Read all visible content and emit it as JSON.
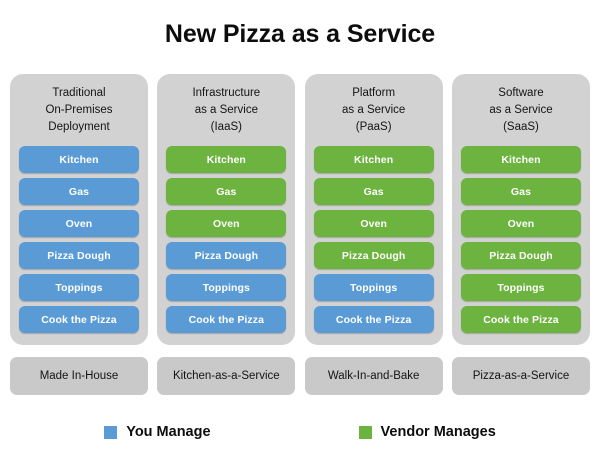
{
  "title": "New Pizza as a Service",
  "colors": {
    "you_manage": "#5b9bd5",
    "vendor_manages": "#6cb33f",
    "panel_background": "#d2d2d2",
    "footer_background": "#c9c9c9",
    "page_background": "#ffffff",
    "text": "#0d0d0d"
  },
  "columns": [
    {
      "header_lines": [
        "Traditional",
        "On-Premises",
        "Deployment"
      ],
      "footer": "Made In-House",
      "items": [
        {
          "label": "Kitchen",
          "owner": "you"
        },
        {
          "label": "Gas",
          "owner": "you"
        },
        {
          "label": "Oven",
          "owner": "you"
        },
        {
          "label": "Pizza Dough",
          "owner": "you"
        },
        {
          "label": "Toppings",
          "owner": "you"
        },
        {
          "label": "Cook the Pizza",
          "owner": "you"
        }
      ]
    },
    {
      "header_lines": [
        "Infrastructure",
        "as a Service",
        "(IaaS)"
      ],
      "footer": "Kitchen-as-a-Service",
      "items": [
        {
          "label": "Kitchen",
          "owner": "vendor"
        },
        {
          "label": "Gas",
          "owner": "vendor"
        },
        {
          "label": "Oven",
          "owner": "vendor"
        },
        {
          "label": "Pizza Dough",
          "owner": "you"
        },
        {
          "label": "Toppings",
          "owner": "you"
        },
        {
          "label": "Cook the Pizza",
          "owner": "you"
        }
      ]
    },
    {
      "header_lines": [
        "Platform",
        "as a Service",
        "(PaaS)"
      ],
      "footer": "Walk-In-and-Bake",
      "items": [
        {
          "label": "Kitchen",
          "owner": "vendor"
        },
        {
          "label": "Gas",
          "owner": "vendor"
        },
        {
          "label": "Oven",
          "owner": "vendor"
        },
        {
          "label": "Pizza Dough",
          "owner": "vendor"
        },
        {
          "label": "Toppings",
          "owner": "you"
        },
        {
          "label": "Cook the Pizza",
          "owner": "you"
        }
      ]
    },
    {
      "header_lines": [
        "Software",
        "as a Service",
        "(SaaS)"
      ],
      "footer": "Pizza-as-a-Service",
      "items": [
        {
          "label": "Kitchen",
          "owner": "vendor"
        },
        {
          "label": "Gas",
          "owner": "vendor"
        },
        {
          "label": "Oven",
          "owner": "vendor"
        },
        {
          "label": "Pizza Dough",
          "owner": "vendor"
        },
        {
          "label": "Toppings",
          "owner": "vendor"
        },
        {
          "label": "Cook the Pizza",
          "owner": "vendor"
        }
      ]
    }
  ],
  "legend": [
    {
      "label": "You Manage",
      "owner": "you"
    },
    {
      "label": "Vendor Manages",
      "owner": "vendor"
    }
  ]
}
